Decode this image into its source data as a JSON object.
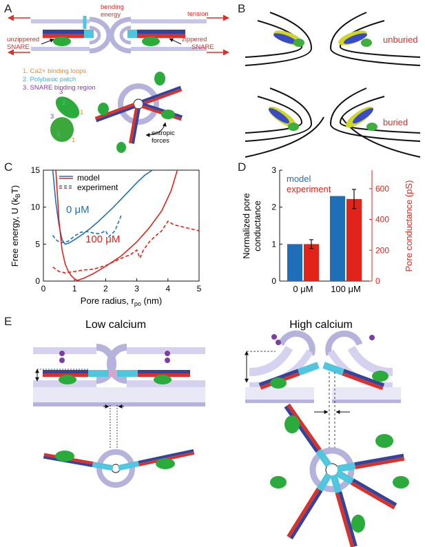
{
  "panels": {
    "a": "A",
    "b": "B",
    "c": "C",
    "d": "D",
    "e": "E"
  },
  "panel_a": {
    "bending_energy": [
      "bending",
      "energy"
    ],
    "tension": "tension",
    "unzippered": [
      "unzippered",
      "SNARE"
    ],
    "zippered": [
      "zippered",
      "SNARE"
    ],
    "legend": [
      "1. Ca2+ binding loops",
      "2. Polybasic patch",
      "3. SNARE binding region"
    ],
    "legend_colors": [
      "#f08c1e",
      "#3fb6d6",
      "#8e3aa6"
    ],
    "numbers": [
      "1",
      "2",
      "3"
    ],
    "entropic": [
      "entropic",
      "forces"
    ]
  },
  "panel_b": {
    "unburied": "unburied",
    "buried": "buried"
  },
  "panel_c": {
    "ylabel": "Free energy, U (k",
    "ylabel_sub": "B",
    "ylabel_end": "T)",
    "xlabel": "Pore radius, r",
    "xlabel_sub": "po",
    "xlabel_end": " (nm)",
    "legend_model": "model",
    "legend_experiment": "experiment",
    "label_0": "0 μM",
    "label_100": "100 μM"
  },
  "panel_d": {
    "ylabel_left": [
      "Normalized pore",
      "conductance"
    ],
    "ylabel_right": "Pore conductance (pS)",
    "legend_model": "model",
    "legend_experiment": "experiment"
  },
  "panel_e": {
    "low": "Low calcium",
    "high": "High calcium"
  },
  "colors": {
    "model": "#1f6fb8",
    "experiment": "#e2231a",
    "red_text": "#d8322a",
    "snare_blue": "#35449a",
    "snare_red": "#d8322a",
    "cyan": "#4fc6de",
    "pink": "#d9a5c8",
    "green": "#2bab3b",
    "lipid": "#b5b2dc",
    "purple": "#7a3fa0"
  },
  "chart_data": [
    {
      "type": "line",
      "panel": "C",
      "xlabel": "Pore radius, r_po (nm)",
      "ylabel": "Free energy, U (k_BT)",
      "xlim": [
        0,
        5
      ],
      "ylim": [
        0,
        15
      ],
      "xticks": [
        "0",
        "1",
        "2",
        "3",
        "4",
        "5"
      ],
      "yticks": [
        "0",
        "5",
        "10",
        "15"
      ],
      "legend": [
        "model",
        "experiment"
      ],
      "series": [
        {
          "name": "0 μM model",
          "style": "solid",
          "color": "#1f6fb8",
          "x": [
            0.3,
            0.4,
            0.5,
            0.6,
            0.7,
            0.8,
            1.0,
            1.25,
            1.5,
            1.75,
            2.0,
            2.25,
            2.5,
            2.75,
            3.0,
            3.25,
            3.5
          ],
          "y": [
            15.0,
            10.6,
            7.6,
            5.6,
            5.0,
            5.1,
            5.6,
            6.3,
            7.1,
            8.0,
            9.0,
            10.0,
            11.1,
            12.2,
            13.3,
            14.3,
            15.0
          ]
        },
        {
          "name": "0 μM experiment",
          "style": "dashed",
          "color": "#1f6fb8",
          "x": [
            0.3,
            0.4,
            0.5,
            0.65,
            0.8,
            1.0,
            1.2,
            1.4,
            1.6,
            1.8,
            2.0,
            2.1,
            2.3,
            2.5
          ],
          "y": [
            6.2,
            5.6,
            5.3,
            5.2,
            5.4,
            6.1,
            6.6,
            6.7,
            6.5,
            6.4,
            6.8,
            6.0,
            6.8,
            8.9
          ]
        },
        {
          "name": "100 μM model",
          "style": "solid",
          "color": "#e2231a",
          "x": [
            0.4,
            0.5,
            0.6,
            0.7,
            0.8,
            0.9,
            1.0,
            1.1,
            1.3,
            1.6,
            2.0,
            2.5,
            3.0,
            3.4,
            3.8,
            4.1,
            4.3
          ],
          "y": [
            15.0,
            8.2,
            4.2,
            2.3,
            1.3,
            0.7,
            0.3,
            0.1,
            0.4,
            1.0,
            2.0,
            3.4,
            5.3,
            7.2,
            9.5,
            12.2,
            15.0
          ]
        },
        {
          "name": "100 μM experiment",
          "style": "dashed",
          "color": "#e2231a",
          "x": [
            0.3,
            0.5,
            0.7,
            1.0,
            1.3,
            1.6,
            2.0,
            2.4,
            2.8,
            3.0,
            3.1,
            3.2,
            3.4,
            3.6,
            3.8,
            4.0,
            4.2,
            4.5,
            4.8,
            5.0
          ],
          "y": [
            1.9,
            1.3,
            1.1,
            1.3,
            1.5,
            1.6,
            2.1,
            2.9,
            3.6,
            4.2,
            3.1,
            4.1,
            5.3,
            6.1,
            6.8,
            8.1,
            7.6,
            7.3,
            7.0,
            6.8
          ]
        }
      ]
    },
    {
      "type": "bar",
      "panel": "D",
      "categories": [
        "0 μM",
        "100 μM"
      ],
      "ylabel_left": "Normalized pore conductance",
      "ylabel_right": "Pore conductance (pS)",
      "ylim_left": [
        0,
        3
      ],
      "ylim_right": [
        0,
        720
      ],
      "yticks_left": [
        "0",
        "1",
        "2",
        "3"
      ],
      "yticks_right": [
        "0",
        "200",
        "400",
        "600"
      ],
      "series": [
        {
          "name": "model",
          "color": "#1f6fb8",
          "values": [
            1.0,
            2.3
          ]
        },
        {
          "name": "experiment",
          "color": "#e2231a",
          "values": [
            1.0,
            2.22
          ],
          "errors": [
            0.12,
            0.26
          ]
        }
      ]
    }
  ]
}
